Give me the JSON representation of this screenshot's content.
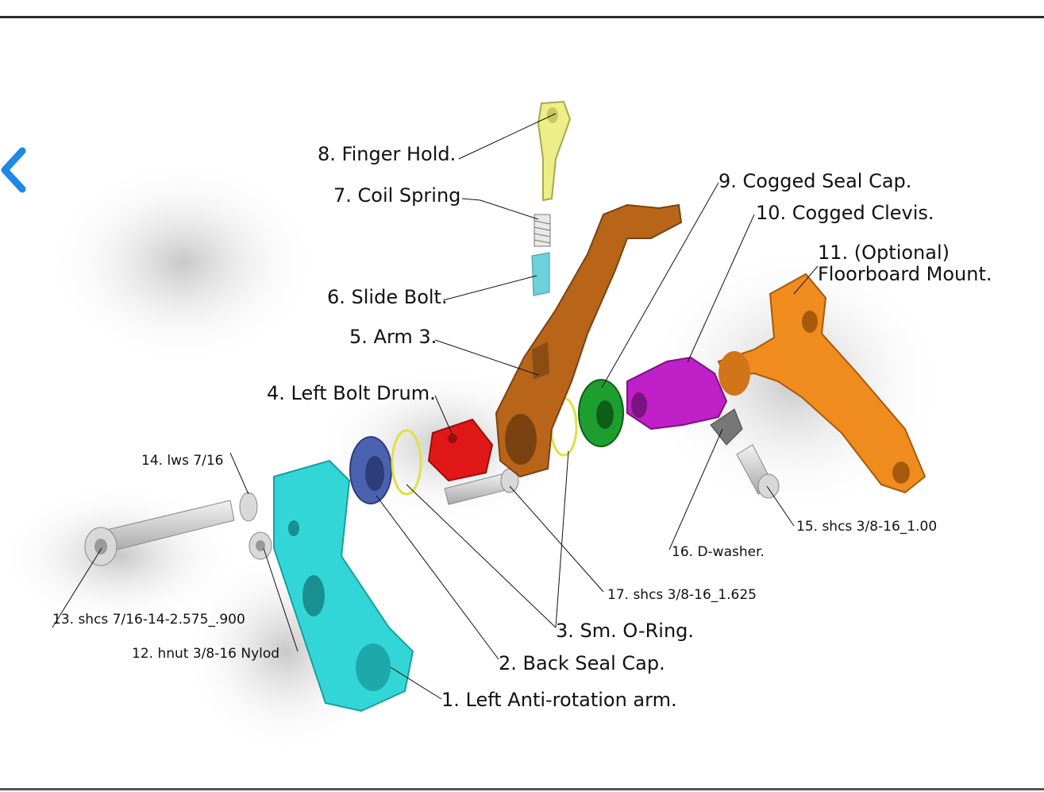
{
  "nav": {
    "back_icon": "chevron-left-icon",
    "accent": "#1e88e5"
  },
  "labels": {
    "p1": "1. Left Anti-rotation arm.",
    "p2": "2. Back Seal Cap.",
    "p3": "3. Sm. O-Ring.",
    "p4": "4. Left Bolt Drum.",
    "p5": "5. Arm 3.",
    "p6": "6. Slide Bolt.",
    "p7": "7. Coil Spring",
    "p8": "8. Finger Hold.",
    "p9": "9. Cogged Seal Cap.",
    "p10": "10. Cogged Clevis.",
    "p11a": "11. (Optional)",
    "p11b": "Floorboard Mount.",
    "p12": "12. hnut 3/8-16 Nylod",
    "p13": "13. shcs 7/16-14-2.575_.900",
    "p14": "14. lws 7/16",
    "p15": "15. shcs 3/8-16_1.00",
    "p16": "16. D-washer.",
    "p17": "17. shcs 3/8-16_1.625"
  },
  "colors": {
    "anti_rotation_arm": "#33d6d6",
    "back_seal_cap": "#4a62b0",
    "o_ring": "#e0e040",
    "bolt_drum": "#e01818",
    "arm3": "#b8651a",
    "slide_bolt": "#6ed0d8",
    "finger_hold": "#eeee88",
    "cogged_seal_cap": "#1e9e2e",
    "cogged_clevis": "#c020c8",
    "floorboard_mount": "#f08c1e",
    "hardware": "#cfcfcf"
  }
}
